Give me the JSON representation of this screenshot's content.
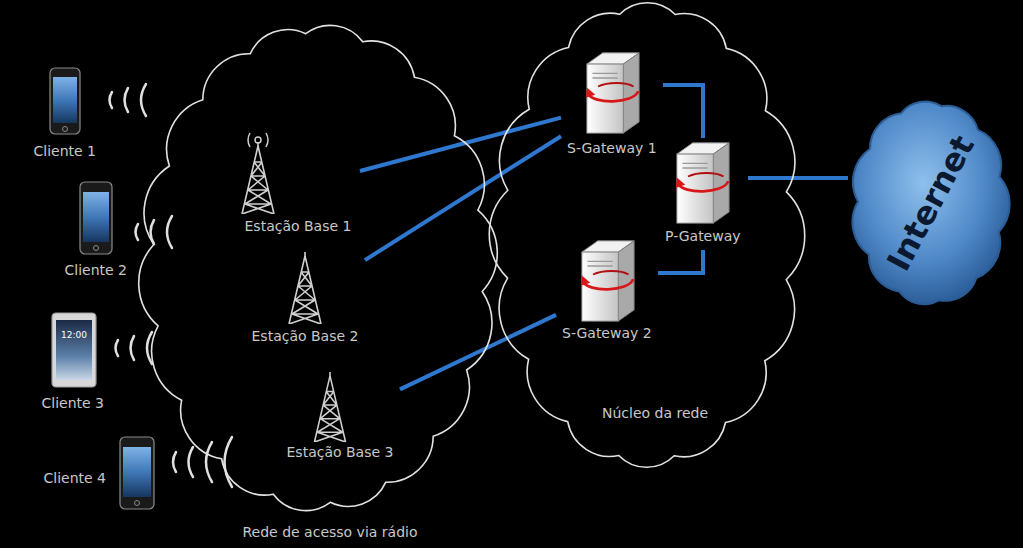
{
  "diagram": {
    "nodes": [
      {
        "text": [
          "Cliente 1"
        ]
      },
      {
        "text": [
          "Cliente 2"
        ]
      },
      {
        "text": [
          "Cliente 3"
        ]
      },
      {
        "text": [
          "Cliente 4"
        ]
      },
      {
        "text": [
          "Rede de acesso via rádio"
        ]
      },
      {
        "text": [
          "Estação Base 1"
        ],
        "in": 4
      },
      {
        "text": [
          "Estação Base 2"
        ],
        "in": 4
      },
      {
        "text": [
          "Estação Base 3"
        ],
        "in": 4
      },
      {
        "text": [
          "Núcleo da rede"
        ]
      },
      {
        "text": [
          "S-Gateway 1"
        ],
        "in": 8
      },
      {
        "text": [
          "P-Gateway"
        ],
        "in": 8
      },
      {
        "text": [
          "S-Gateway 2"
        ],
        "in": 8
      },
      {
        "text": [
          "Internet"
        ]
      }
    ],
    "edges": [
      {
        "from": 5,
        "to": 9,
        "arrow": "none"
      },
      {
        "from": 6,
        "to": 9,
        "arrow": "none"
      },
      {
        "from": 7,
        "to": 11,
        "arrow": "none"
      },
      {
        "from": 9,
        "to": 10,
        "arrow": "none"
      },
      {
        "from": 11,
        "to": 10,
        "arrow": "none"
      },
      {
        "from": 10,
        "to": 12,
        "arrow": "none"
      }
    ],
    "labels": [
      "12:00"
    ]
  }
}
